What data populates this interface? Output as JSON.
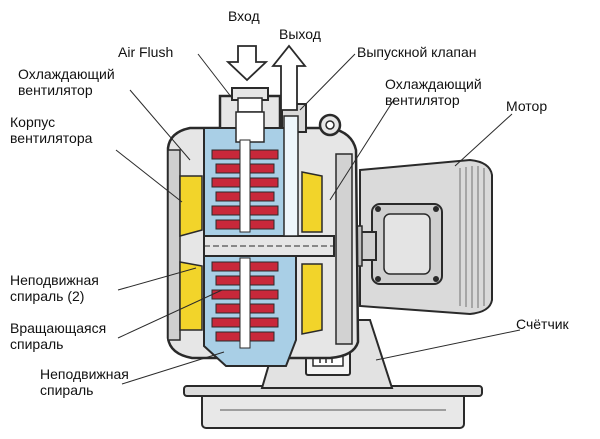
{
  "diagram": {
    "labels": {
      "inlet": "Вход",
      "outlet": "Выход",
      "air_flush": "Air Flush",
      "exhaust_valve": "Выпускной клапан",
      "cooling_fan_left": "Охлаждающий\nвентилятор",
      "cooling_fan_right": "Охлаждающий\nвентилятор",
      "motor": "Мотор",
      "fan_housing": "Корпус\nвентилятора",
      "fixed_scroll_2": "Неподвижная\nспираль (2)",
      "orbiting_scroll": "Вращающаяся\nспираль",
      "fixed_scroll": "Неподвижная\nспираль",
      "counter": "Счётчик"
    },
    "colors": {
      "outline": "#2a2a2a",
      "body_gray": "#e6e6e6",
      "motor_gray": "#d9d9d9",
      "fan_yellow": "#f2d42a",
      "scroll_red": "#c8283a",
      "cool_blue": "#a9cfe6",
      "flow_arrow": "#ffffff"
    }
  }
}
